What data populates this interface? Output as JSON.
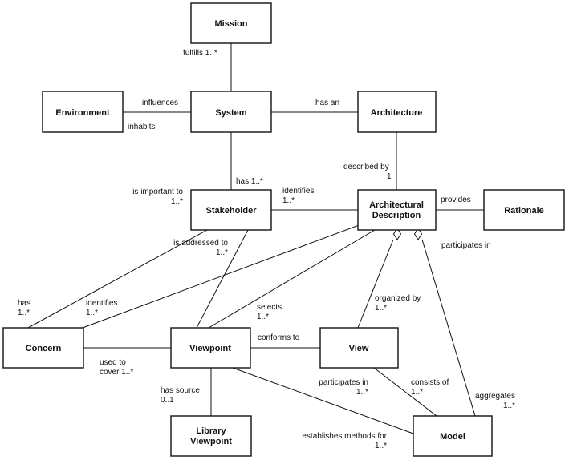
{
  "nodes": {
    "mission": [
      "Mission"
    ],
    "environment": [
      "Environment"
    ],
    "system": [
      "System"
    ],
    "architecture": [
      "Architecture"
    ],
    "stakeholder": [
      "Stakeholder"
    ],
    "architectural_description": [
      "Architectural",
      "Description"
    ],
    "rationale": [
      "Rationale"
    ],
    "concern": [
      "Concern"
    ],
    "viewpoint": [
      "Viewpoint"
    ],
    "view": [
      "View"
    ],
    "library_viewpoint": [
      "Library",
      "Viewpoint"
    ],
    "model": [
      "Model"
    ]
  },
  "labels": {
    "fulfills": "fulfills 1..*",
    "influences": "influences",
    "inhabits": "inhabits",
    "has_an": "has an",
    "described_by": "described by",
    "described_by_mult": "1",
    "has_stakeholder": "has 1..*",
    "is_important_to": "is important to",
    "is_important_to_mult": "1..*",
    "identifies_stakeholder": "identifies",
    "identifies_stakeholder_mult": "1..*",
    "provides": "provides",
    "participates_in_ad": "participates in",
    "is_addressed_to": "is addressed to",
    "is_addressed_to_mult": "1..*",
    "has_concern": "has",
    "has_concern_mult": "1..*",
    "identifies_concern": "identifies",
    "identifies_concern_mult": "1..*",
    "selects": "selects",
    "selects_mult": "1..*",
    "organized_by": "organized by",
    "organized_by_mult": "1..*",
    "conforms_to": "conforms to",
    "used_to_cover": "used to",
    "used_to_cover_mult": "cover 1..*",
    "has_source": "has source",
    "has_source_mult": "0..1",
    "participates_in_view": "participates in",
    "participates_in_view_mult": "1..*",
    "consists_of": "consists of",
    "consists_of_mult": "1..*",
    "aggregates": "aggregates",
    "aggregates_mult": "1..*",
    "establishes_methods_for": "establishes methods for",
    "establishes_methods_for_mult": "1..*"
  }
}
